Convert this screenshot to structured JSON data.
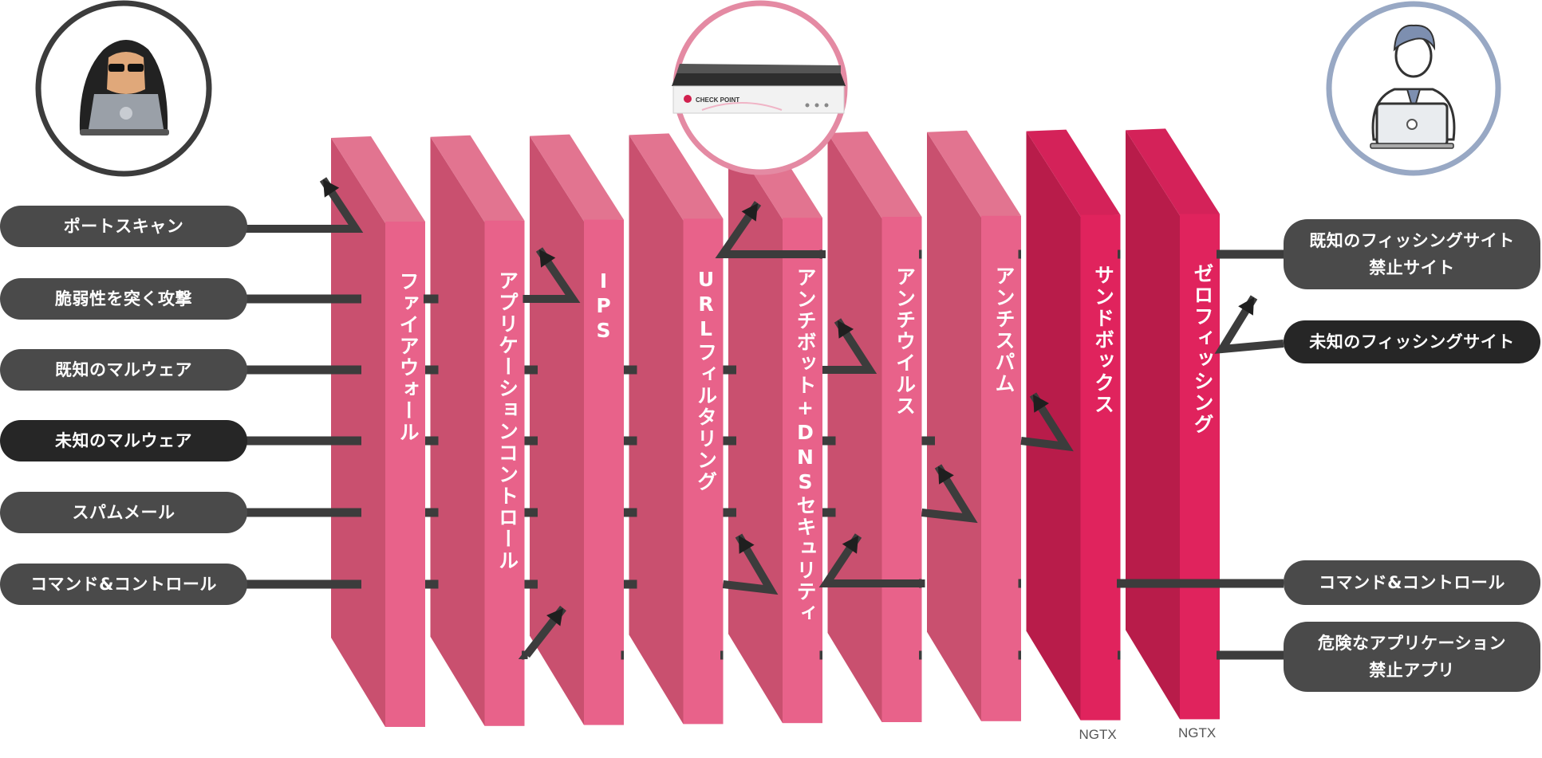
{
  "colors": {
    "wall_front": "#e8628a",
    "wall_side": "#c9506f",
    "wall_top": "#e27490",
    "ngtx_front": "#e0235d",
    "ngtx_side": "#b81c4a",
    "ngtx_top": "#d42259",
    "line": "#3c3c3c",
    "attacker_circle": "#3c3c3c",
    "device_circle": "#e48aa3",
    "user_circle": "#98a8c4"
  },
  "left_threats": [
    {
      "label": "ポートスキャン",
      "style": "gray"
    },
    {
      "label": "脆弱性を突く攻撃",
      "style": "gray"
    },
    {
      "label": "既知のマルウェア",
      "style": "gray"
    },
    {
      "label": "未知のマルウェア",
      "style": "black"
    },
    {
      "label": "スパムメール",
      "style": "gray"
    },
    {
      "label": "コマンド&コントロール",
      "style": "gray"
    }
  ],
  "right_threats": [
    {
      "label": "既知のフィッシングサイト\n禁止サイト",
      "style": "gray"
    },
    {
      "label": "未知のフィッシングサイト",
      "style": "black"
    },
    {
      "label": "コマンド&コントロール",
      "style": "gray"
    },
    {
      "label": "危険なアプリケーション\n禁止アプリ",
      "style": "gray"
    }
  ],
  "walls": [
    {
      "label": "ファイアウォール",
      "ngtx": false
    },
    {
      "label": "アプリケーションコントロール",
      "ngtx": false
    },
    {
      "label": "IPS",
      "ngtx": false
    },
    {
      "label": "URLフィルタリング",
      "ngtx": false
    },
    {
      "label": "アンチボット+DNSセキュリティ",
      "ngtx": false
    },
    {
      "label": "アンチウイルス",
      "ngtx": false
    },
    {
      "label": "アンチスパム",
      "ngtx": false
    },
    {
      "label": "サンドボックス",
      "ngtx": true
    },
    {
      "label": "ゼロフィッシング",
      "ngtx": true
    }
  ],
  "ngtx_label": "NGTX",
  "device_brand": "CHECK POINT",
  "icons": [
    "hacker-icon",
    "security-appliance-icon",
    "user-icon"
  ]
}
